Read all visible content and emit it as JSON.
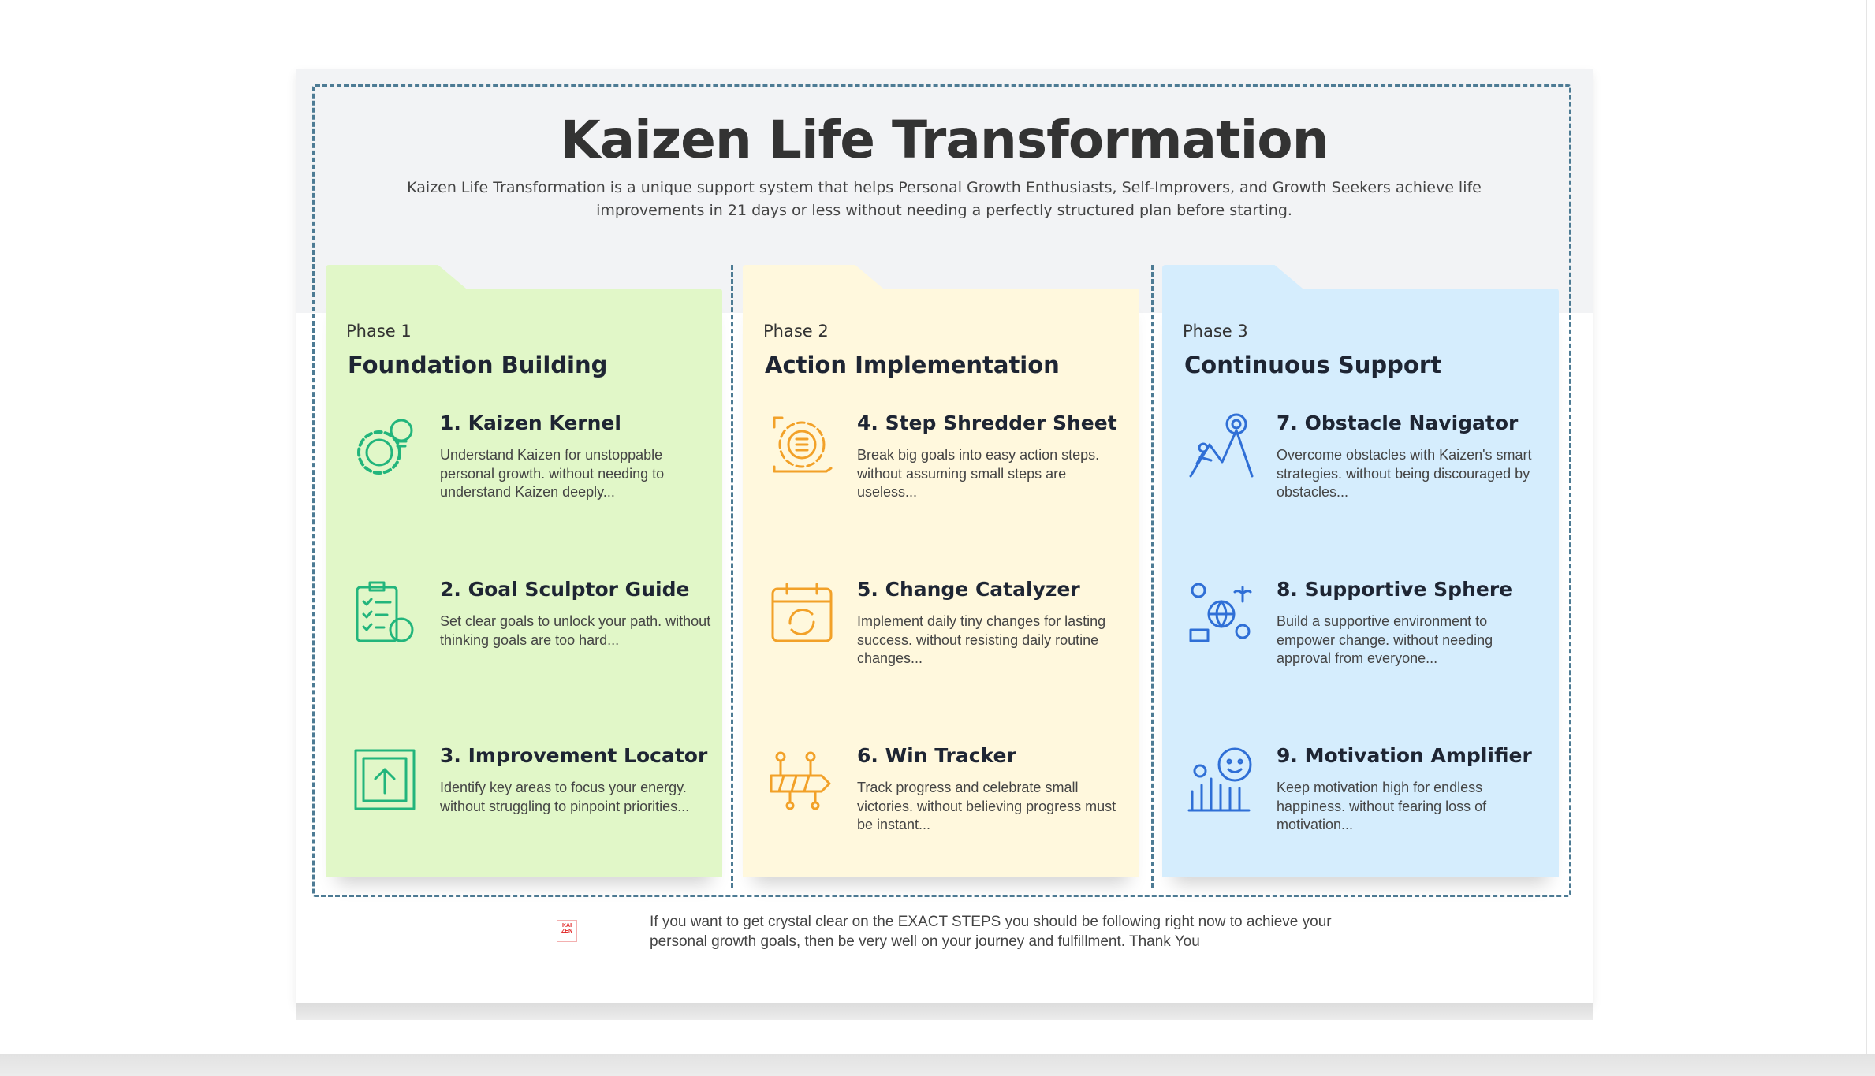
{
  "title": "Kaizen Life Transformation",
  "subtitle": "Kaizen Life Transformation is a unique support system that helps Personal Growth Enthusiasts, Self-Improvers, and Growth Seekers achieve life improvements in 21 days or less without needing a perfectly structured plan before starting.",
  "phases": [
    {
      "label": "Phase 1",
      "title": "Foundation Building",
      "color": "#e1f7c8",
      "icon_color": "#22b57c",
      "items": [
        {
          "title": "1. Kaizen Kernel",
          "desc": "Understand Kaizen for unstoppable personal growth. without needing to understand Kaizen deeply...",
          "icon": "gear-lightbulb-icon"
        },
        {
          "title": "2. Goal Sculptor Guide",
          "desc": "Set clear goals to unlock your path. without thinking goals are too hard...",
          "icon": "clipboard-checklist-icon"
        },
        {
          "title": "3. Improvement Locator",
          "desc": "Identify key areas to focus your energy. without struggling to pinpoint priorities...",
          "icon": "maze-arrow-icon"
        }
      ]
    },
    {
      "label": "Phase 2",
      "title": "Action Implementation",
      "color": "#fff8dd",
      "icon_color": "#f2a128",
      "items": [
        {
          "title": "4. Step Shredder Sheet",
          "desc": "Break big goals into easy action steps. without assuming small steps are useless...",
          "icon": "gear-list-icon"
        },
        {
          "title": "5. Change Catalyzer",
          "desc": "Implement daily tiny changes for lasting success. without resisting daily routine changes...",
          "icon": "calendar-cycle-icon"
        },
        {
          "title": "6. Win Tracker",
          "desc": "Track progress and celebrate small victories. without believing progress must be instant...",
          "icon": "progress-track-icon"
        }
      ]
    },
    {
      "label": "Phase 3",
      "title": "Continuous Support",
      "color": "#d5edfd",
      "icon_color": "#2f6fd6",
      "items": [
        {
          "title": "7. Obstacle Navigator",
          "desc": "Overcome obstacles with Kaizen's smart strategies. without being discouraged by obstacles...",
          "icon": "climber-target-icon"
        },
        {
          "title": "8. Supportive Sphere",
          "desc": "Build a supportive environment to empower change. without needing approval from everyone...",
          "icon": "globe-people-icon"
        },
        {
          "title": "9. Motivation Amplifier",
          "desc": "Keep motivation high for endless happiness. without fearing loss of motivation...",
          "icon": "smile-growth-chart-icon"
        }
      ]
    }
  ],
  "footer": {
    "logo_text": "KAIZEN",
    "text": "If you want to get crystal clear on the EXACT STEPS you should be following right now to achieve your personal growth goals, then be very well on your journey and fulfillment. Thank You"
  }
}
